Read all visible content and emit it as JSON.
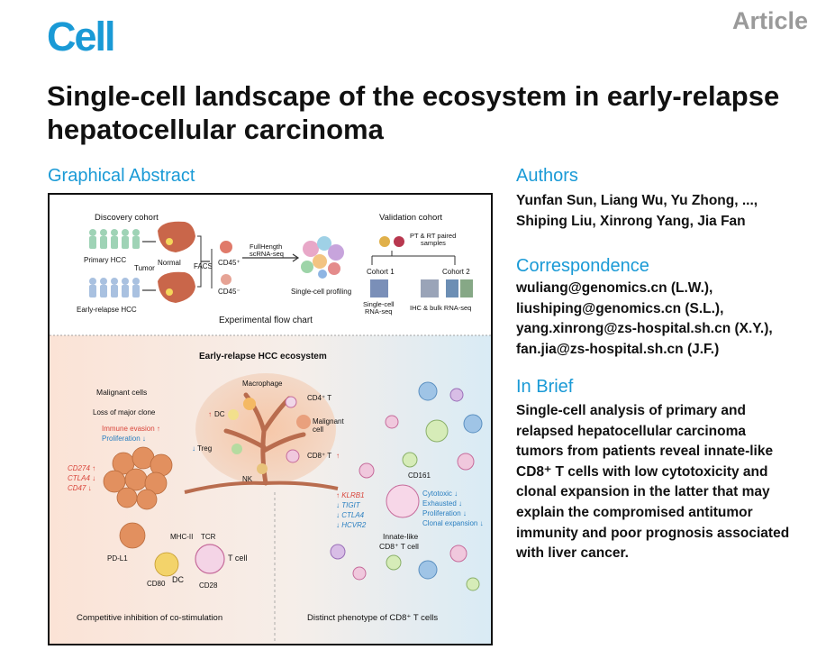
{
  "header": {
    "journal": "Cell",
    "article_type": "Article",
    "title": "Single-cell landscape of the ecosystem in early-relapse hepatocellular carcinoma"
  },
  "graphical_abstract": {
    "heading": "Graphical Abstract",
    "flow": {
      "discovery_cohort": "Discovery cohort",
      "primary_hcc": "Primary HCC",
      "early_relapse_hcc": "Early-relapse HCC",
      "tumor": "Tumor",
      "normal": "Normal",
      "facs": "FACS",
      "cd45_pos": "CD45⁺",
      "cd45_neg": "CD45⁻",
      "fulllength": "FullHength",
      "scrnaseq": "scRNA-seq",
      "profiling": "Single-cell profiling",
      "validation_cohort": "Validation cohort",
      "pt_rt_1": "PT & RT paired",
      "pt_rt_2": "samples",
      "cohort1": "Cohort 1",
      "cohort2": "Cohort 2",
      "singlecell_1": "Single-cell",
      "singlecell_2": "RNA-seq",
      "ihc": "IHC & bulk RNA-seq",
      "flow_caption": "Experimental flow chart"
    },
    "ecosystem": {
      "title": "Early-relapse HCC ecosystem",
      "malignant_cells": "Malignant cells",
      "loss_major_clone": "Loss of major clone",
      "immune_evasion": "Immune evasion ↑",
      "proliferation": "Proliferation ↓",
      "cd274": "CD274 ↑",
      "ctla4": "CTLA4 ↓",
      "cd47": "CD47 ↓",
      "macrophage": "Macrophage",
      "dc_arrow": "↑",
      "dc": "DC",
      "cd4t": "CD4⁺ T",
      "malignant_1": "Malignant",
      "malignant_2": "cell",
      "treg_arrow": "↓",
      "treg": "Treg",
      "cd8t": "CD8⁺ T",
      "cd8_arrow": "↑",
      "nk": "NK",
      "pdl1": "PD-L1",
      "mhc2": "MHC-II",
      "tcr": "TCR",
      "tcell": "T cell",
      "cd80": "CD80",
      "dc2": "DC",
      "cd28": "CD28",
      "cd161": "CD161",
      "klrb1": "↑ KLRB1",
      "tigit": "↓ TIGIT",
      "ctla4b": "↓ CTLA4",
      "hcvr2": "↓ HCVR2",
      "cytotoxic": "Cytotoxic ↓",
      "exhausted": "Exhausted ↓",
      "proliferation2": "Proliferation ↓",
      "clonal": "Clonal expansion ↓",
      "innate_1": "Innate-like",
      "innate_2": "CD8⁺ T cell",
      "left_caption": "Competitive inhibition of co-stimulation",
      "right_caption": "Distinct phenotype of CD8⁺ T cells"
    }
  },
  "authors": {
    "heading": "Authors",
    "line1": "Yunfan Sun, Liang Wu, Yu Zhong, ...,",
    "line2": "Shiping Liu, Xinrong Yang, Jia Fan"
  },
  "correspondence": {
    "heading": "Correspondence",
    "emails": [
      "wuliang@genomics.cn (L.W.),",
      "liushiping@genomics.cn (S.L.),",
      "yang.xinrong@zs-hospital.sh.cn (X.Y.),",
      "fan.jia@zs-hospital.sh.cn (J.F.)"
    ]
  },
  "in_brief": {
    "heading": "In Brief",
    "lines": [
      "Single-cell analysis of primary and",
      "relapsed hepatocellular carcinoma",
      "tumors from patients reveal innate-like",
      "CD8⁺ T cells with low cytotoxicity and",
      "clonal expansion in the latter that may",
      "explain the compromised antitumor",
      "immunity and poor prognosis associated",
      "with liver cancer."
    ]
  },
  "colors": {
    "brand_blue": "#1a9ad6",
    "gray_tag": "#9a9a9a",
    "red_label": "#d9453b",
    "blue_label": "#2a7fc0"
  }
}
